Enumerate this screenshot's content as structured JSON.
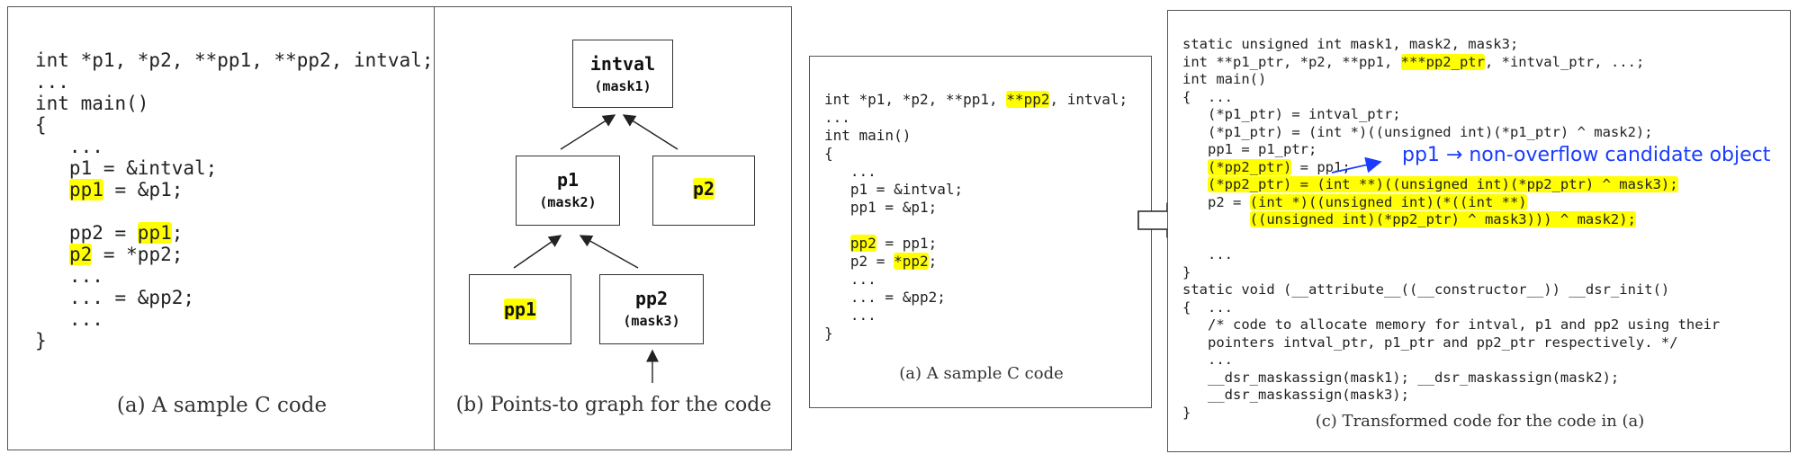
{
  "panel_a": {
    "lines": [
      [
        {
          "t": "int *p1, *p2, **pp1, **pp2, intval;"
        }
      ],
      [
        {
          "t": "..."
        }
      ],
      [
        {
          "t": "int main()"
        }
      ],
      [
        {
          "t": "{"
        }
      ],
      [
        {
          "t": "   ..."
        }
      ],
      [
        {
          "t": "   p1 = &intval;"
        }
      ],
      [
        {
          "t": "   "
        },
        {
          "t": "pp1",
          "h": true
        },
        {
          "t": " = &p1;"
        }
      ],
      [
        {
          "t": ""
        }
      ],
      [
        {
          "t": "   pp2 = "
        },
        {
          "t": "pp1",
          "h": true
        },
        {
          "t": ";"
        }
      ],
      [
        {
          "t": "   "
        },
        {
          "t": "p2",
          "h": true
        },
        {
          "t": " = *pp2;"
        }
      ],
      [
        {
          "t": "   ..."
        }
      ],
      [
        {
          "t": "   ... = &pp2;"
        }
      ],
      [
        {
          "t": "   ..."
        }
      ],
      [
        {
          "t": "}"
        }
      ]
    ],
    "caption": "(a) A sample C code"
  },
  "panel_b": {
    "caption": "(b) Points-to graph for the code",
    "nodes": {
      "intval": {
        "name": "intval",
        "mask": "(mask1)"
      },
      "p1": {
        "name": "p1",
        "mask": "(mask2)"
      },
      "p2": {
        "name": "p2",
        "highlight": true
      },
      "pp1": {
        "name": "pp1",
        "highlight": true
      },
      "pp2": {
        "name": "pp2",
        "mask": "(mask3)"
      }
    }
  },
  "panel_c": {
    "lines": [
      [
        {
          "t": "int *p1, *p2, **pp1, "
        },
        {
          "t": "**pp2",
          "h": true
        },
        {
          "t": ", intval;"
        }
      ],
      [
        {
          "t": "..."
        }
      ],
      [
        {
          "t": "int main()"
        }
      ],
      [
        {
          "t": "{"
        }
      ],
      [
        {
          "t": "   ..."
        }
      ],
      [
        {
          "t": "   p1 = &intval;"
        }
      ],
      [
        {
          "t": "   pp1 = &p1;"
        }
      ],
      [
        {
          "t": ""
        }
      ],
      [
        {
          "t": "   "
        },
        {
          "t": "pp2",
          "h": true
        },
        {
          "t": " = pp1;"
        }
      ],
      [
        {
          "t": "   p2 = "
        },
        {
          "t": "*pp2",
          "h": true
        },
        {
          "t": ";"
        }
      ],
      [
        {
          "t": "   ..."
        }
      ],
      [
        {
          "t": "   ... = &pp2;"
        }
      ],
      [
        {
          "t": "   ..."
        }
      ],
      [
        {
          "t": "}"
        }
      ]
    ],
    "caption": "(a) A sample C code"
  },
  "panel_d": {
    "lines": [
      [
        {
          "t": "static unsigned int mask1, mask2, mask3;"
        }
      ],
      [
        {
          "t": "int **p1_ptr, *p2, **pp1, "
        },
        {
          "t": "***pp2_ptr",
          "h": true
        },
        {
          "t": ", *intval_ptr, ...;"
        }
      ],
      [
        {
          "t": "int main()"
        }
      ],
      [
        {
          "t": "{  ..."
        }
      ],
      [
        {
          "t": "   (*p1_ptr) = intval_ptr;"
        }
      ],
      [
        {
          "t": "   (*p1_ptr) = (int *)((unsigned int)(*p1_ptr) ^ mask2);"
        }
      ],
      [
        {
          "t": "   pp1 = p1_ptr;"
        }
      ],
      [
        {
          "t": "   "
        },
        {
          "t": "(*pp2_ptr)",
          "h": true
        },
        {
          "t": " = pp1;"
        }
      ],
      [
        {
          "t": "   "
        },
        {
          "t": "(*pp2_ptr) = (int **)((unsigned int)(*pp2_ptr) ^ mask3);",
          "h": true
        }
      ],
      [
        {
          "t": "   p2 = "
        },
        {
          "t": "(int *)((unsigned int)(*((int **)",
          "h": true
        }
      ],
      [
        {
          "t": "        "
        },
        {
          "t": "((unsigned int)(*pp2_ptr) ^ mask3))) ^ mask2);",
          "h": true
        }
      ],
      [
        {
          "t": ""
        }
      ],
      [
        {
          "t": "   ..."
        }
      ],
      [
        {
          "t": "}"
        }
      ],
      [
        {
          "t": "static void (__attribute__((__constructor__)) __dsr_init()"
        }
      ],
      [
        {
          "t": "{  ..."
        }
      ],
      [
        {
          "t": "   /* code to allocate memory for intval, p1 and pp2 using their"
        }
      ],
      [
        {
          "t": "   pointers intval_ptr, p1_ptr and pp2_ptr respectively. */"
        }
      ],
      [
        {
          "t": "   ..."
        }
      ],
      [
        {
          "t": "   __dsr_maskassign(mask1); __dsr_maskassign(mask2);"
        }
      ],
      [
        {
          "t": "   __dsr_maskassign(mask3);"
        }
      ],
      [
        {
          "t": "}"
        }
      ]
    ],
    "annotation": "pp1 → non-overflow candidate object",
    "caption": "(c) Transformed code for the code in (a)"
  },
  "colors": {
    "highlight": "#ffff00",
    "annotation": "#1a3cff",
    "border": "#555555"
  }
}
